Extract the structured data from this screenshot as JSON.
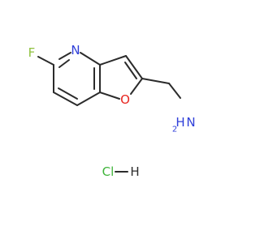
{
  "molecule": {
    "atoms": {
      "fluorine": "F",
      "ring_nitrogen": "N",
      "ring_oxygen": "O",
      "amine_nitrogen": "N",
      "amine_hydrogen": "H",
      "amine_subscript": "2"
    },
    "salt": {
      "chlorine": "Cl",
      "hydrogen": "H"
    }
  },
  "colors": {
    "bond": "#2b2b2b",
    "fluorine": "#8fc13e",
    "nitrogen": "#2f3fd9",
    "oxygen": "#e8251f",
    "chlorine": "#3fb43a",
    "hydrogen": "#2b2b2b"
  }
}
